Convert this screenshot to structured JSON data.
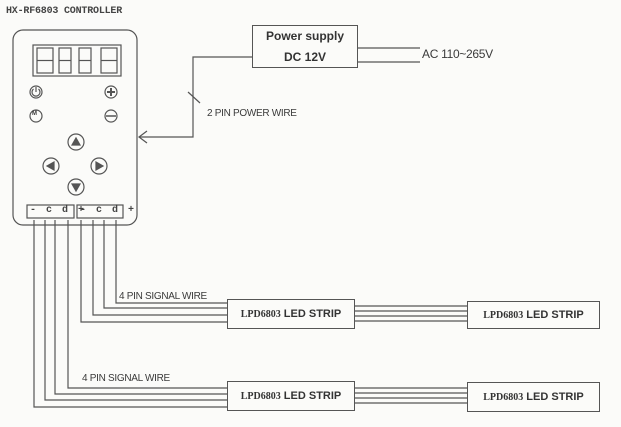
{
  "controller": {
    "title": "HX-RF6803 CONTROLLER",
    "display_digits": 4,
    "buttons": [
      "power-icon",
      "plus-icon",
      "mode-icon",
      "minus-icon",
      "up-icon",
      "left-icon",
      "right-icon",
      "down-icon"
    ],
    "mode_button_label": "M",
    "terminals": [
      {
        "label": "- c d +"
      },
      {
        "label": "- c d +"
      }
    ]
  },
  "power_supply": {
    "line1": "Power supply",
    "line2": "DC 12V",
    "input_label": "AC 110~265V"
  },
  "wires": {
    "power_wire_label": "2 PIN POWER WIRE",
    "signal_wire_label_1": "4 PIN SIGNAL WIRE",
    "signal_wire_label_2": "4 PIN SIGNAL WIRE"
  },
  "strips": [
    {
      "part": "LPD6803",
      "name": "LED STRIP"
    },
    {
      "part": "LPD6803",
      "name": "LED STRIP"
    },
    {
      "part": "LPD6803",
      "name": "LED STRIP"
    },
    {
      "part": "LPD6803",
      "name": "LED STRIP"
    }
  ],
  "colors": {
    "line": "#555555",
    "background": "#fbfbf9"
  }
}
